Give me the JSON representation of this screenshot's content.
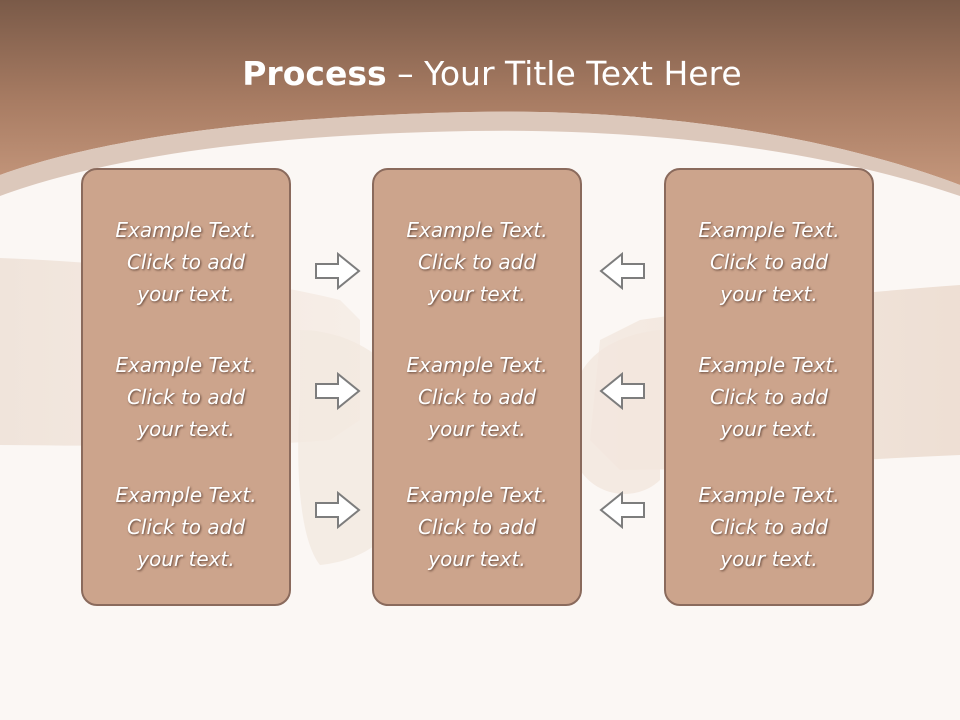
{
  "slide": {
    "title_bold": "Process",
    "title_rest": " – Your Title Text Here",
    "colors": {
      "header_band": "#b98a70",
      "panel_fill": "#cca48c",
      "panel_border": "#8a6a5c",
      "background": "#fbf7f4"
    },
    "panels": [
      {
        "items": [
          {
            "line1": "Example Text.",
            "line2": "Click  to add",
            "line3": "your text."
          },
          {
            "line1": "Example Text.",
            "line2": "Click  to add",
            "line3": "your text."
          },
          {
            "line1": "Example Text.",
            "line2": "Click  to add",
            "line3": "your text."
          }
        ]
      },
      {
        "items": [
          {
            "line1": "Example Text.",
            "line2": "Click  to add",
            "line3": "your text."
          },
          {
            "line1": "Example Text.",
            "line2": "Click  to add",
            "line3": "your text."
          },
          {
            "line1": "Example Text.",
            "line2": "Click  to add",
            "line3": "your text."
          }
        ]
      },
      {
        "items": [
          {
            "line1": "Example Text.",
            "line2": "Click  to add",
            "line3": "your text."
          },
          {
            "line1": "Example Text.",
            "line2": "Click  to add",
            "line3": "your text."
          },
          {
            "line1": "Example Text.",
            "line2": "Click  to add",
            "line3": "your text."
          }
        ]
      }
    ],
    "arrows": {
      "left_column_icon": "arrow-right-icon",
      "right_column_icon": "arrow-left-icon"
    }
  }
}
